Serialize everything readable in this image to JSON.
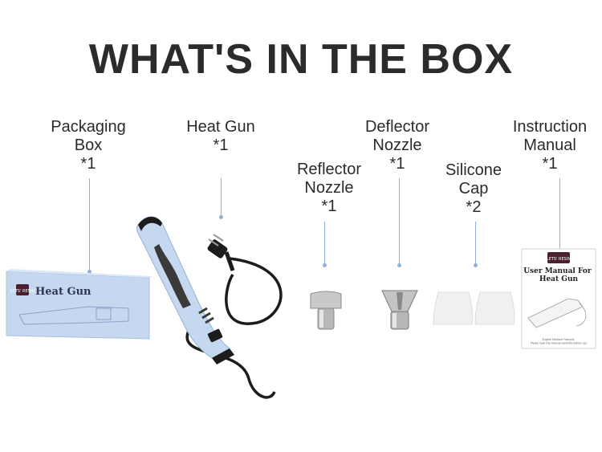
{
  "header": {
    "title": "WHAT'S IN THE BOX"
  },
  "items": [
    {
      "label": "Packaging\nBox",
      "qty": "*1"
    },
    {
      "label": "Heat Gun",
      "qty": "*1"
    },
    {
      "label": "Reflector\nNozzle",
      "qty": "*1"
    },
    {
      "label": "Deflector\nNozzle",
      "qty": "*1"
    },
    {
      "label": "Silicone\nCap",
      "qty": "*2"
    },
    {
      "label": "Instruction\nManual",
      "qty": "*1"
    }
  ],
  "box_print": {
    "brand": "LETS' RESIN",
    "product": "Heat Gun"
  },
  "manual_print": {
    "brand": "LETS' RESIN",
    "title": "User Manual For\nHeat Gun",
    "footer": "English Deutsch Français\nPlease read the manual carefully before use"
  },
  "colors": {
    "accent": "#8fb0dc",
    "tool": "#c4d8ef",
    "text": "#2b2b2b"
  }
}
